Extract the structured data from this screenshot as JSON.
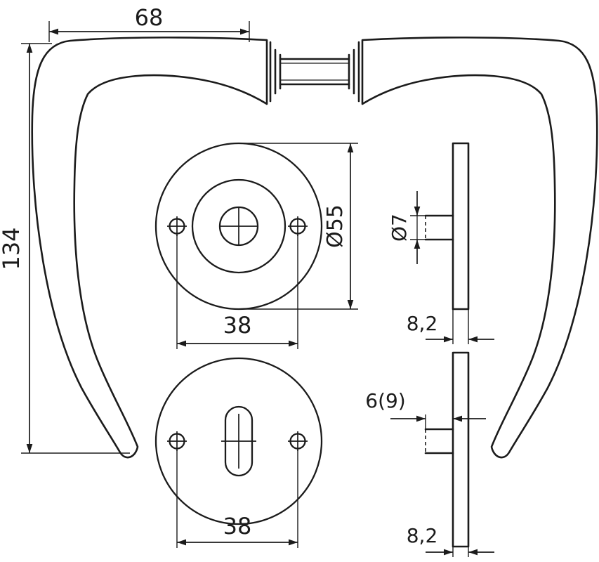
{
  "drawing": {
    "dimensions": {
      "handle_width": "68",
      "handle_height": "134",
      "rosette_diameter": "Ø55",
      "screw_spacing_upper": "38",
      "screw_spacing_lower": "38",
      "pin_diameter": "Ø7",
      "rosette_thickness_upper": "8,2",
      "pin_length": "6(9)",
      "rosette_thickness_lower": "8,2"
    },
    "colors": {
      "line": "#1b1b1b",
      "background": "#ffffff"
    }
  }
}
